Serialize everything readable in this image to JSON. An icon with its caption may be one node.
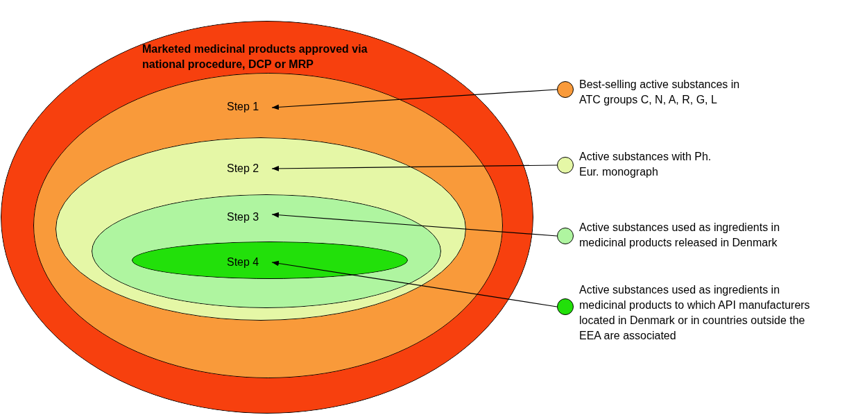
{
  "diagram": {
    "nodes": [
      {
        "text": [
          "Marketed medicinal products approved via national procedure, DCP or MRP"
        ]
      },
      {
        "text": [
          "Step 1"
        ],
        "in": 0
      },
      {
        "text": [
          "Step 2"
        ],
        "in": 1
      },
      {
        "text": [
          "Step 3"
        ],
        "in": 2
      },
      {
        "text": [
          "Step 4"
        ],
        "in": 3
      },
      {
        "text": [],
        "shape": "circle",
        "beside": [
          "Best-selling active substances in ATC groups C, N, A, R, G, L"
        ]
      },
      {
        "text": [],
        "shape": "circle",
        "beside": [
          "Active substances with Ph. Eur. monograph"
        ]
      },
      {
        "text": [],
        "shape": "circle",
        "beside": [
          "Active substances used as ingredients in medicinal products released in Denmark"
        ]
      },
      {
        "text": [],
        "shape": "circle",
        "beside": [
          "Active substances used as ingredients in medicinal products to which API manufacturers located in Denmark or in countries outside the EEA are associated"
        ]
      }
    ],
    "edges": [
      {
        "from": 5,
        "to": 1,
        "arrow": "to"
      },
      {
        "from": 6,
        "to": 2,
        "arrow": "to"
      },
      {
        "from": 7,
        "to": 3,
        "arrow": "to"
      },
      {
        "from": 8,
        "to": 4,
        "arrow": "to"
      }
    ]
  }
}
